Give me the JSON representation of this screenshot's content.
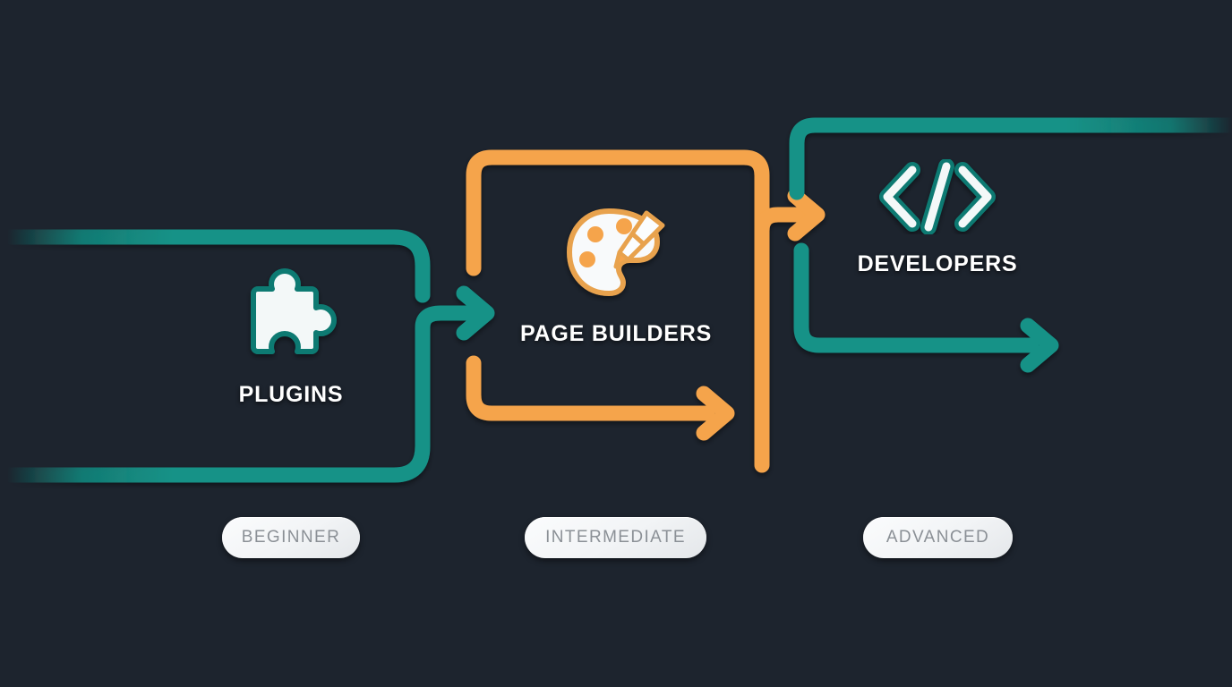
{
  "diagram": {
    "title": "WordPress site building approaches flow",
    "background_color": "#1d242e",
    "colors": {
      "teal": "#149287",
      "teal_dark": "#0f7a72",
      "orange": "#f5a44b",
      "orange_dark": "#ee8f2e",
      "icon_white": "#f3f8f8",
      "label_text": "#ffffff",
      "badge_text": "#8b9096",
      "badge_bg": "#f2f4f6"
    }
  },
  "nodes": [
    {
      "id": "plugins",
      "label": "PLUGINS",
      "icon": "puzzle-piece-icon",
      "level_badge": "BEGINNER",
      "accent": "#149287"
    },
    {
      "id": "page-builders",
      "label": "PAGE BUILDERS",
      "icon": "paint-palette-icon",
      "level_badge": "INTERMEDIATE",
      "accent": "#f5a44b"
    },
    {
      "id": "developers",
      "label": "DEVELOPERS",
      "icon": "code-brackets-icon",
      "level_badge": "ADVANCED",
      "accent": "#149287"
    }
  ],
  "badges": [
    {
      "id": "beginner",
      "label": "BEGINNER"
    },
    {
      "id": "intermediate",
      "label": "INTERMEDIATE"
    },
    {
      "id": "advanced",
      "label": "ADVANCED"
    }
  ],
  "connectors": [
    {
      "id": "teal-top-in",
      "color": "#149287",
      "from": "left-edge",
      "to": "plugins-merge",
      "has_arrow": false
    },
    {
      "id": "teal-bottom-in",
      "color": "#149287",
      "from": "left-edge",
      "to": "plugins-merge",
      "has_arrow": false
    },
    {
      "id": "teal-to-page-builders",
      "color": "#149287",
      "from": "plugins-merge",
      "to": "page-builders",
      "has_arrow": true
    },
    {
      "id": "orange-top-in",
      "color": "#f5a44b",
      "from": "page-builders-top",
      "to": "developers-merge",
      "has_arrow": false
    },
    {
      "id": "orange-bottom-out",
      "color": "#f5a44b",
      "from": "page-builders-bottom",
      "to": "right",
      "has_arrow": true
    },
    {
      "id": "orange-to-developers",
      "color": "#f5a44b",
      "from": "orange-riser",
      "to": "developers",
      "has_arrow": true
    },
    {
      "id": "teal-developers-top-out",
      "color": "#149287",
      "from": "developers",
      "to": "right-edge",
      "has_arrow": false
    },
    {
      "id": "teal-developers-bottom-out",
      "color": "#149287",
      "from": "developers",
      "to": "right",
      "has_arrow": true
    }
  ]
}
